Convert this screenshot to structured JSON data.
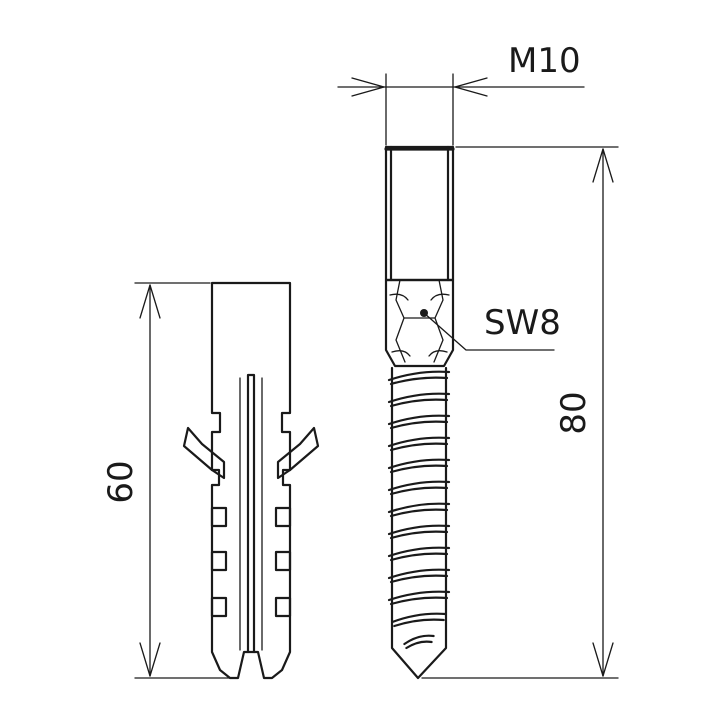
{
  "dimensions": {
    "thread_size": "M10",
    "wrench_size": "SW8",
    "screw_length": "80",
    "dowel_length": "60"
  },
  "colors": {
    "line": "#1a1a1a",
    "background": "#ffffff"
  }
}
